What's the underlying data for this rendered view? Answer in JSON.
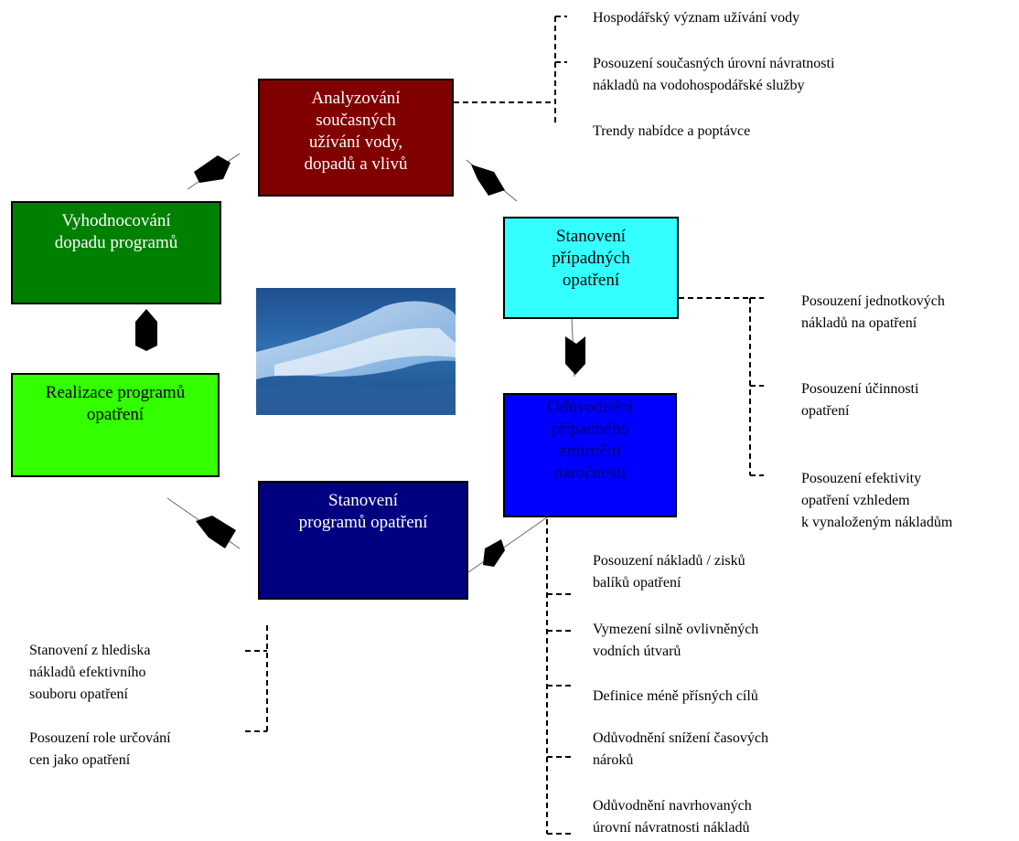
{
  "boxes": {
    "analyze": "Analyzování\nsoučasných\nužívání vody,\ndopadů a vlivů",
    "evaluate": "Vyhodnocování\ndopadu programů",
    "measures": "Stanovení\npřípadných\nopatření",
    "justify": "Odůvodnění\npřípadného\nzmírnění\nnáročnosti",
    "realize": "Realizace programů\nopatření",
    "programs": "Stanovení\nprogramů opatření"
  },
  "notes": {
    "analyze": [
      "Hospodářský význam užívání vody",
      "Posouzení současných úrovní návratnosti\nnákladů na vodohospodářské služby",
      "Trendy nabídce a poptávce"
    ],
    "measures": [
      "Posouzení jednotkových\nnákladů na opatření",
      "Posouzení účinnosti\nopatření",
      "Posouzení efektivity\nopatření vzhledem\nk vynaloženým nákladům"
    ],
    "justify": [
      "Posouzení nákladů / zisků\nbalíků opatření",
      "Vymezení silně ovlivněných\nvodních útvarů",
      "Definice méně přísných cílů",
      "Odůvodnění snížení časových\nnároků",
      "Odůvodnění navrhovaných\núrovní návratnosti nákladů"
    ],
    "programs": [
      "Stanovení z hlediska\nnákladů efektivního\nsouboru opatření",
      "Posouzení role určování\ncen jako opatření"
    ]
  },
  "colors": {
    "analyze": "#800000",
    "evaluate": "#008000",
    "measures": "#33ffff",
    "justify": "#0000ff",
    "realize": "#33ff00",
    "programs": "#000080",
    "justify_text": "#000080"
  },
  "image": {
    "icon": "ocean-wave-photo"
  }
}
